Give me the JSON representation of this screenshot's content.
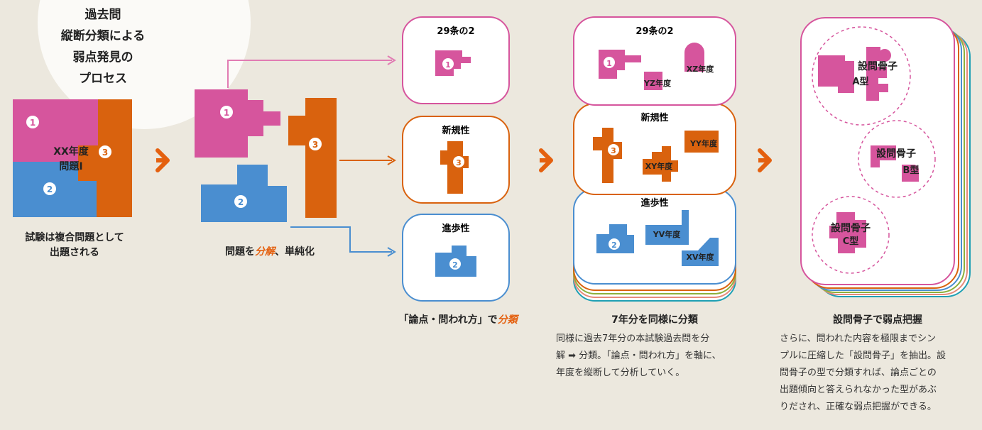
{
  "intro": {
    "lines": [
      "過去問",
      "縦断分類による",
      "弱点発見の",
      "プロセス"
    ]
  },
  "step1": {
    "block_label_1": "XX年度",
    "block_label_2": "問題I",
    "numbers": [
      "1",
      "2",
      "3"
    ],
    "caption_lines": [
      "試験は複合問題として",
      "出題される"
    ]
  },
  "step2": {
    "numbers": [
      "1",
      "2",
      "3"
    ],
    "caption_pre": "問題を",
    "caption_em": "分解",
    "caption_post": "、単純化"
  },
  "step3": {
    "boxes": [
      {
        "title": "29条の2",
        "number": "1"
      },
      {
        "title": "新規性",
        "number": "3"
      },
      {
        "title": "進歩性",
        "number": "2"
      }
    ],
    "caption_pre": "「論点・問われ方」で",
    "caption_em": "分類"
  },
  "step4": {
    "boxes": [
      {
        "title": "29条の2",
        "labels": [
          "YZ年度",
          "XZ年度"
        ]
      },
      {
        "title": "新規性",
        "labels": [
          "YY年度",
          "XY年度"
        ]
      },
      {
        "title": "進歩性",
        "labels": [
          "YV年度",
          "XV年度"
        ]
      }
    ],
    "caption_title": "7年分を同様に分類",
    "caption_body": [
      "同様に過去7年分の本試験過去問を分",
      "解 ➡ 分類。「論点・問われ方」を軸に、",
      "年度を縦断して分析していく。"
    ]
  },
  "step5": {
    "types": [
      {
        "line1": "設問骨子",
        "line2": "A型"
      },
      {
        "line1": "設問骨子",
        "line2": "B型"
      },
      {
        "line1": "設問骨子",
        "line2": "C型"
      }
    ],
    "caption_title": "設問骨子で弱点把握",
    "caption_body": [
      "さらに、問われた内容を極限までシン",
      "プルに圧縮した「設問骨子」を抽出。設",
      "問骨子の型で分類すれば、論点ごとの",
      "出題傾向と答えられなかった型があぶ",
      "りだされ、正確な弱点把握ができる。"
    ]
  },
  "colors": {
    "pink": "#d6559d",
    "blue": "#4a8ed0",
    "orange": "#d9620e",
    "green": "#8cb03c",
    "teal": "#1ea0b4",
    "salmon": "#e58a7a",
    "background": "#ece8de"
  }
}
